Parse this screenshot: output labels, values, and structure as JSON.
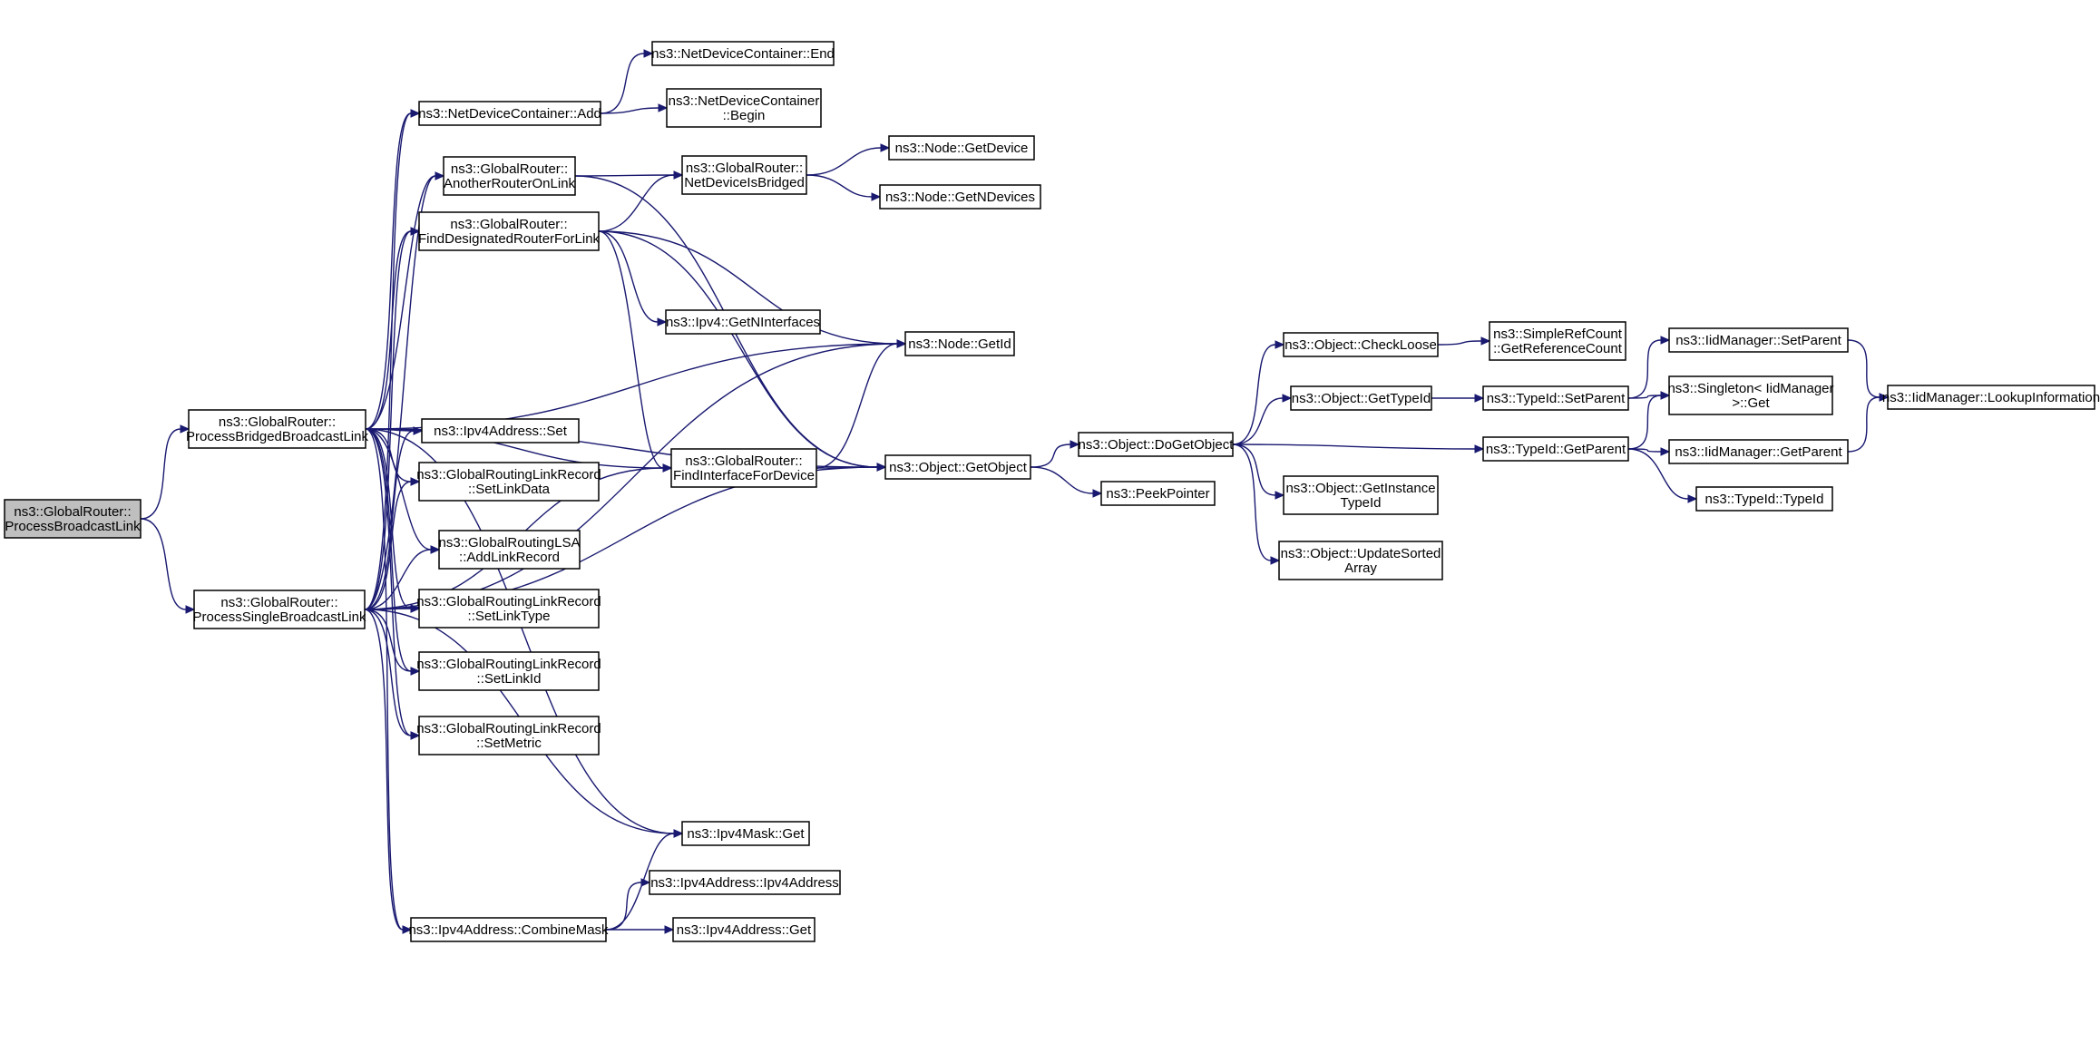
{
  "colors": {
    "edge": "#191970",
    "node_border": "#000000",
    "root_fill": "#bfbfbf",
    "node_fill": "#ffffff"
  },
  "nodes": {
    "root": [
      "ns3::GlobalRouter::",
      "ProcessBroadcastLink"
    ],
    "pbbl": [
      "ns3::GlobalRouter::",
      "ProcessBridgedBroadcastLink"
    ],
    "psbl": [
      "ns3::GlobalRouter::",
      "ProcessSingleBroadcastLink"
    ],
    "ndcEnd": [
      "ns3::NetDeviceContainer::End"
    ],
    "ndcAdd": [
      "ns3::NetDeviceContainer::Add"
    ],
    "ndcBegin": [
      "ns3::NetDeviceContainer",
      "::Begin"
    ],
    "arol": [
      "ns3::GlobalRouter::",
      "AnotherRouterOnLink"
    ],
    "ndib": [
      "ns3::GlobalRouter::",
      "NetDeviceIsBridged"
    ],
    "nodeGetDevice": [
      "ns3::Node::GetDevice"
    ],
    "nodeGetNDevices": [
      "ns3::Node::GetNDevices"
    ],
    "fdrfl": [
      "ns3::GlobalRouter::",
      "FindDesignatedRouterForLink"
    ],
    "ipv4GetNIf": [
      "ns3::Ipv4::GetNInterfaces"
    ],
    "nodeGetId": [
      "ns3::Node::GetId"
    ],
    "ipv4AddrSet": [
      "ns3::Ipv4Address::Set"
    ],
    "grlrSetLinkData": [
      "ns3::GlobalRoutingLinkRecord",
      "::SetLinkData"
    ],
    "grlsaAdd": [
      "ns3::GlobalRoutingLSA",
      "::AddLinkRecord"
    ],
    "grlrSetLinkType": [
      "ns3::GlobalRoutingLinkRecord",
      "::SetLinkType"
    ],
    "grlrSetLinkId": [
      "ns3::GlobalRoutingLinkRecord",
      "::SetLinkId"
    ],
    "grlrSetMetric": [
      "ns3::GlobalRoutingLinkRecord",
      "::SetMetric"
    ],
    "fifd": [
      "ns3::GlobalRouter::",
      "FindInterfaceForDevice"
    ],
    "objGetObject": [
      "ns3::Object::GetObject"
    ],
    "objDoGetObject": [
      "ns3::Object::DoGetObject"
    ],
    "peekPointer": [
      "ns3::PeekPointer"
    ],
    "objCheckLoose": [
      "ns3::Object::CheckLoose"
    ],
    "srcGetRef": [
      "ns3::SimpleRefCount",
      "::GetReferenceCount"
    ],
    "objGetTypeId": [
      "ns3::Object::GetTypeId"
    ],
    "tidSetParent": [
      "ns3::TypeId::SetParent"
    ],
    "tidGetParent": [
      "ns3::TypeId::GetParent"
    ],
    "objGetInstance": [
      "ns3::Object::GetInstance",
      "TypeId"
    ],
    "objUpdateSorted": [
      "ns3::Object::UpdateSorted",
      "Array"
    ],
    "iidSetParent": [
      "ns3::IidManager::SetParent"
    ],
    "singletonGet": [
      "ns3::Singleton< IidManager",
      ">::Get"
    ],
    "iidLookup": [
      "ns3::IidManager::LookupInformation"
    ],
    "iidGetParent": [
      "ns3::IidManager::GetParent"
    ],
    "tidTypeId": [
      "ns3::TypeId::TypeId"
    ],
    "ipv4MaskGet": [
      "ns3::Ipv4Mask::Get"
    ],
    "ipv4AddrCtor": [
      "ns3::Ipv4Address::Ipv4Address"
    ],
    "ipv4Combine": [
      "ns3::Ipv4Address::CombineMask"
    ],
    "ipv4AddrGet": [
      "ns3::Ipv4Address::Get"
    ]
  },
  "edges": [
    [
      "root",
      "pbbl"
    ],
    [
      "root",
      "psbl"
    ],
    [
      "pbbl",
      "ndcAdd"
    ],
    [
      "pbbl",
      "arol"
    ],
    [
      "pbbl",
      "fdrfl"
    ],
    [
      "pbbl",
      "ipv4AddrSet"
    ],
    [
      "pbbl",
      "grlrSetLinkData"
    ],
    [
      "pbbl",
      "grlsaAdd"
    ],
    [
      "pbbl",
      "grlrSetLinkType"
    ],
    [
      "pbbl",
      "grlrSetLinkId"
    ],
    [
      "pbbl",
      "grlrSetMetric"
    ],
    [
      "pbbl",
      "fifd"
    ],
    [
      "pbbl",
      "objGetObject"
    ],
    [
      "pbbl",
      "nodeGetId"
    ],
    [
      "pbbl",
      "ipv4MaskGet"
    ],
    [
      "pbbl",
      "ipv4Combine"
    ],
    [
      "psbl",
      "ndcAdd"
    ],
    [
      "psbl",
      "arol"
    ],
    [
      "psbl",
      "fdrfl"
    ],
    [
      "psbl",
      "ipv4AddrSet"
    ],
    [
      "psbl",
      "grlrSetLinkData"
    ],
    [
      "psbl",
      "grlsaAdd"
    ],
    [
      "psbl",
      "grlrSetLinkType"
    ],
    [
      "psbl",
      "grlrSetLinkId"
    ],
    [
      "psbl",
      "grlrSetMetric"
    ],
    [
      "psbl",
      "fifd"
    ],
    [
      "psbl",
      "objGetObject"
    ],
    [
      "psbl",
      "nodeGetId"
    ],
    [
      "psbl",
      "ipv4MaskGet"
    ],
    [
      "psbl",
      "ipv4Combine"
    ],
    [
      "ndcAdd",
      "ndcEnd"
    ],
    [
      "ndcAdd",
      "ndcBegin"
    ],
    [
      "arol",
      "ndib"
    ],
    [
      "arol",
      "objGetObject"
    ],
    [
      "fdrfl",
      "ndib"
    ],
    [
      "fdrfl",
      "ipv4GetNIf"
    ],
    [
      "fdrfl",
      "nodeGetId"
    ],
    [
      "fdrfl",
      "fifd"
    ],
    [
      "fdrfl",
      "objGetObject"
    ],
    [
      "ndib",
      "nodeGetDevice"
    ],
    [
      "ndib",
      "nodeGetNDevices"
    ],
    [
      "fifd",
      "nodeGetId"
    ],
    [
      "fifd",
      "objGetObject"
    ],
    [
      "objGetObject",
      "objDoGetObject"
    ],
    [
      "objGetObject",
      "peekPointer"
    ],
    [
      "objDoGetObject",
      "objCheckLoose"
    ],
    [
      "objDoGetObject",
      "objGetTypeId"
    ],
    [
      "objDoGetObject",
      "tidGetParent"
    ],
    [
      "objDoGetObject",
      "objGetInstance"
    ],
    [
      "objDoGetObject",
      "objUpdateSorted"
    ],
    [
      "objCheckLoose",
      "srcGetRef"
    ],
    [
      "objGetTypeId",
      "tidSetParent"
    ],
    [
      "tidSetParent",
      "iidSetParent"
    ],
    [
      "tidSetParent",
      "singletonGet"
    ],
    [
      "tidGetParent",
      "singletonGet"
    ],
    [
      "tidGetParent",
      "iidGetParent"
    ],
    [
      "tidGetParent",
      "tidTypeId"
    ],
    [
      "iidSetParent",
      "iidLookup"
    ],
    [
      "iidGetParent",
      "iidLookup"
    ],
    [
      "ipv4Combine",
      "ipv4MaskGet"
    ],
    [
      "ipv4Combine",
      "ipv4AddrCtor"
    ],
    [
      "ipv4Combine",
      "ipv4AddrGet"
    ]
  ]
}
